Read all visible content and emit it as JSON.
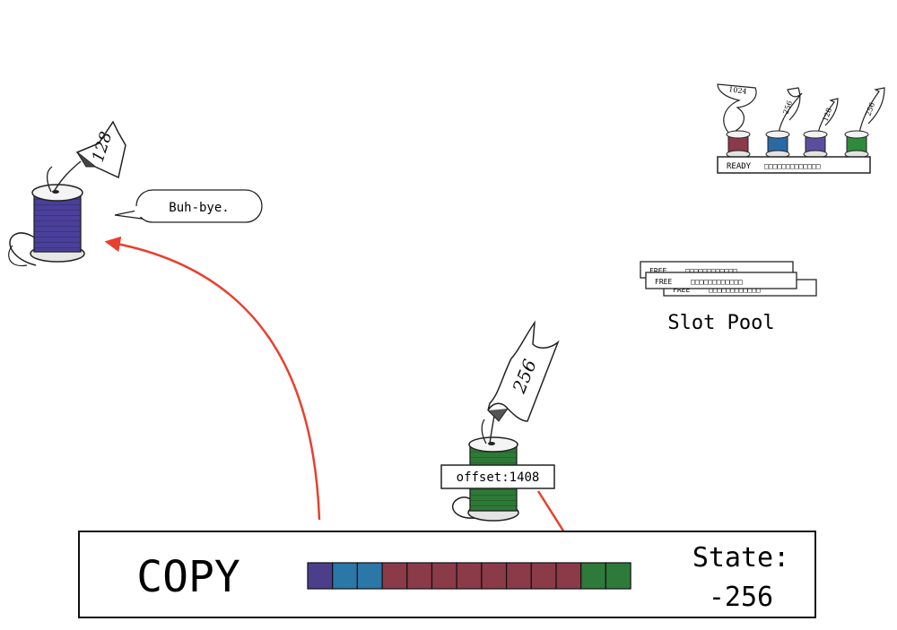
{
  "bubble": {
    "text": "Buh-bye."
  },
  "flying_spool": {
    "label": "128",
    "color": "#4a3f9a"
  },
  "active_spool": {
    "label": "256",
    "offset_label": "offset:1408",
    "color": "#2c7a36"
  },
  "ready_queue": {
    "label": "READY",
    "slots": "□□□□□□□□□□□□□",
    "spools": [
      {
        "label": "1024",
        "color": "#8b3a4a"
      },
      {
        "label": "256",
        "color": "#2a6aa3"
      },
      {
        "label": "128",
        "color": "#5a4f9e"
      },
      {
        "label": "256",
        "color": "#2f8a3c"
      }
    ]
  },
  "slot_pool": {
    "title": "Slot Pool",
    "cards": [
      {
        "label": "FREE",
        "slots": "□□□□□□□□□□□□"
      },
      {
        "label": "FREE",
        "slots": "□□□□□□□□□□□□"
      },
      {
        "label": "FREE",
        "slots": "□□□□□□□□□□□□"
      }
    ]
  },
  "copy_box": {
    "mode": "COPY",
    "state_label": "State:",
    "state_value": "-256",
    "buffer_colors": [
      "#4b3f8c",
      "#2a77a8",
      "#2a77a8",
      "#8b3a48",
      "#8b3a48",
      "#8b3a48",
      "#8b3a48",
      "#8b3a48",
      "#8b3a48",
      "#8b3a48",
      "#8b3a48",
      "#2e7a3a",
      "#2e7a3a"
    ]
  },
  "colors": {
    "arrow": "#e8402e"
  }
}
